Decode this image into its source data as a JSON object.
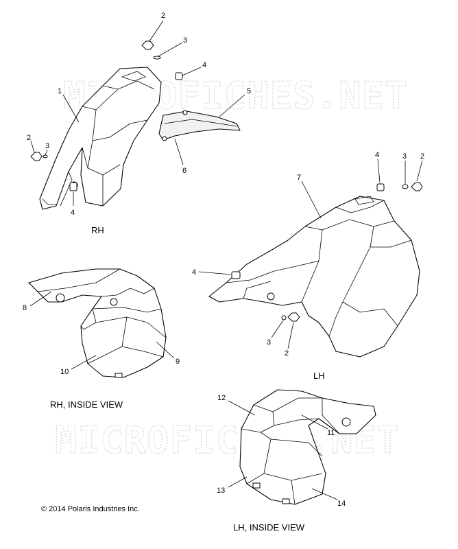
{
  "watermark": "MICROFICHES.NET",
  "copyright": "© 2014 Polaris Industries Inc.",
  "captions": {
    "rh": "RH",
    "lh": "LH",
    "rh_inside": "RH, INSIDE VIEW",
    "lh_inside": "LH, INSIDE VIEW"
  },
  "callouts": {
    "c1": "1",
    "c2a": "2",
    "c3a": "3",
    "c4a": "4",
    "c5": "5",
    "c6": "6",
    "c2b": "2",
    "c3b": "3",
    "c4b": "4",
    "c4c": "4",
    "c3c": "3",
    "c2c": "2",
    "c7": "7",
    "c4d": "4",
    "c3d": "3",
    "c2d": "2",
    "c8": "8",
    "c9": "9",
    "c10": "10",
    "c11": "11",
    "c12": "12",
    "c13": "13",
    "c14": "14"
  }
}
